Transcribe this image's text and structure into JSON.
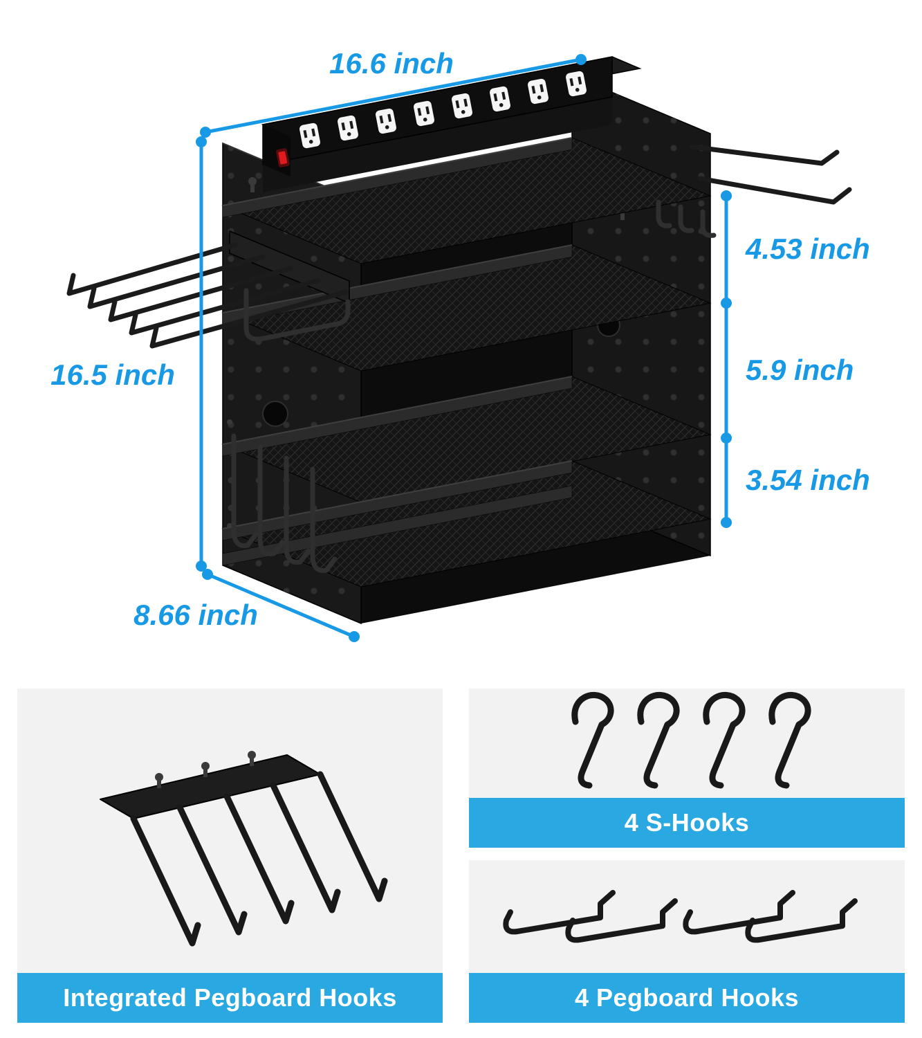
{
  "product_diagram": {
    "dimensions": {
      "top_width": "16.6 inch",
      "left_height": "16.5 inch",
      "bottom_depth": "8.66 inch",
      "tier_top": "4.53 inch",
      "tier_middle": "5.9 inch",
      "tier_bottom": "3.54 inch"
    }
  },
  "accessory_cards": {
    "integrated_hooks": {
      "caption": "Integrated Pegboard Hooks"
    },
    "s_hooks": {
      "caption": "4 S-Hooks"
    },
    "pegboard_hooks": {
      "caption": "4 Pegboard Hooks"
    }
  },
  "colors": {
    "dimension_text": "#1899E6",
    "caption_bar": "#29A8E1",
    "card_background": "#F2F2F2",
    "product_black": "#1A1A1A",
    "outlet_white": "#F5F5F5",
    "switch_red": "#E01B20"
  }
}
